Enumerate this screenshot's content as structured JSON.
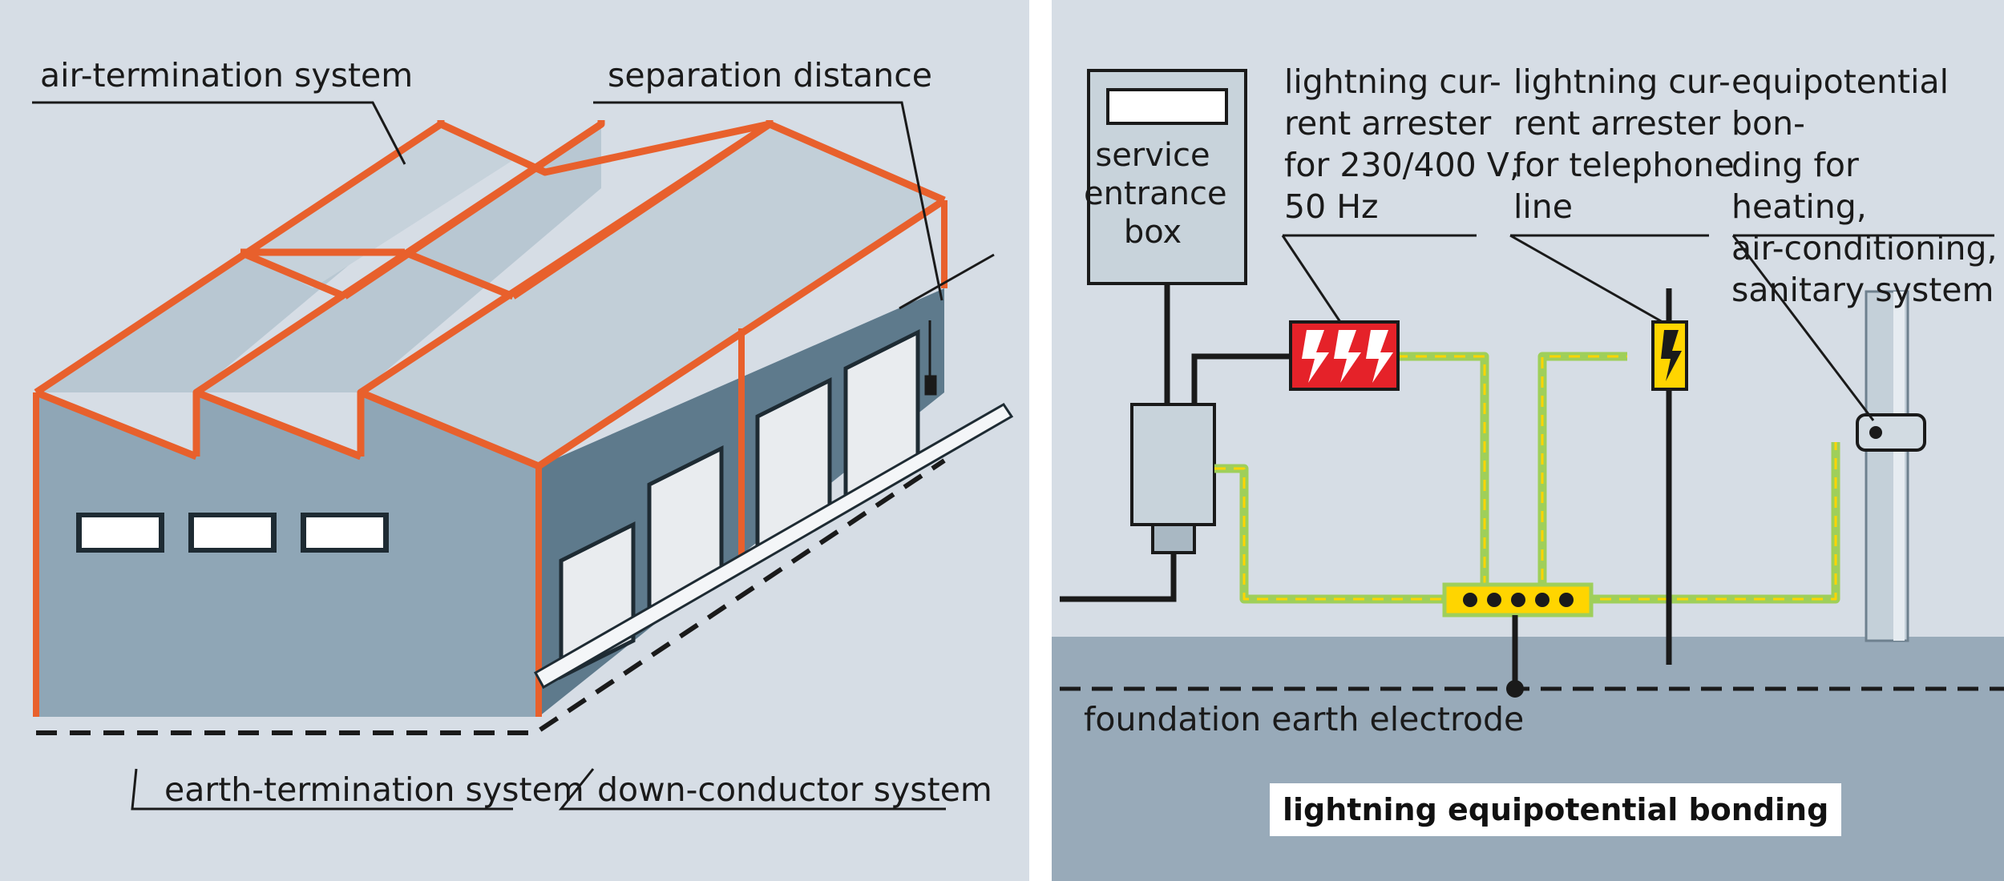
{
  "left_diagram": {
    "labels": {
      "air_termination": "air-termination system",
      "separation_distance": "separation distance",
      "earth_termination": "earth-termination system",
      "down_conductor": "down-conductor system"
    }
  },
  "right_diagram": {
    "service_entrance_box": "service\nentrance\nbox",
    "arrester_power": "lightning cur-\nrent arrester\nfor 230/400 V,\n50 Hz",
    "arrester_telephone": "lightning cur-\nrent arrester\nfor telephone\nline",
    "equipotential_heating": "equipotential bon-\nding for heating,\nair-conditioning,\nsanitary system",
    "foundation_electrode": "foundation earth electrode",
    "title": "lightning equipotential bonding"
  },
  "colors": {
    "panel_background": "#d6dde5",
    "roof": "#b8c7d2",
    "gable_wall": "#8fa6b6",
    "long_wall": "#5e7a8c",
    "conductor_orange": "#e8602c",
    "arrester_red": "#e52229",
    "arrester_yellow": "#ffd500",
    "bonding_green": "#9fcf5a",
    "ground": "#98aab9"
  },
  "icons": [
    "lightning-bolt-icon",
    "door-icon",
    "window-icon",
    "pipe-clamp-icon"
  ]
}
